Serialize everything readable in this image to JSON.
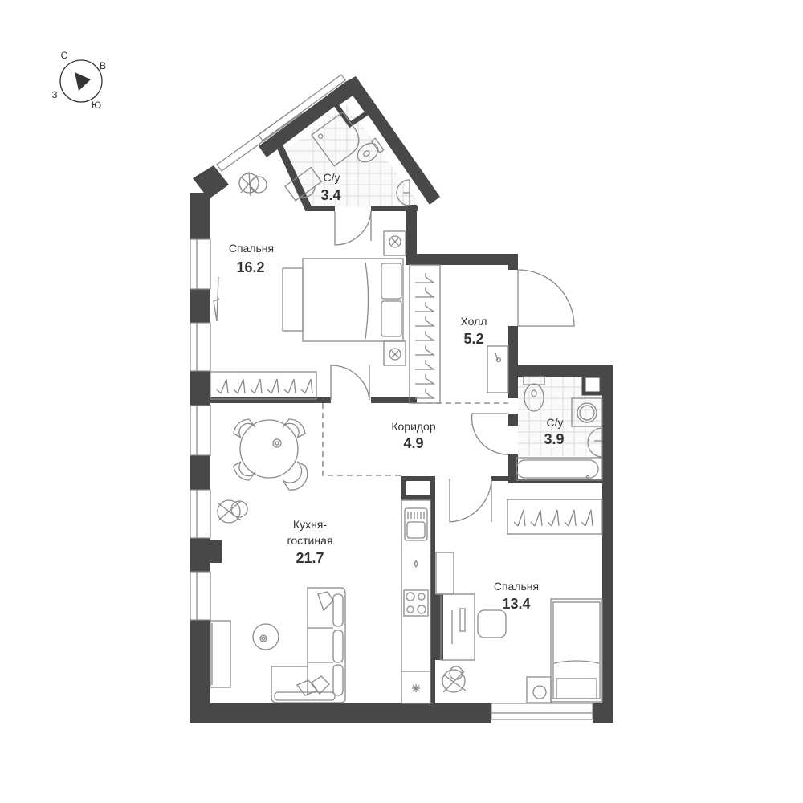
{
  "compass": {
    "north": "С",
    "east": "В",
    "south": "Ю",
    "west": "З"
  },
  "rooms": [
    {
      "id": "bathroom-1",
      "name": "С/у",
      "area": "3.4"
    },
    {
      "id": "bedroom-1",
      "name": "Спальня",
      "area": "16.2"
    },
    {
      "id": "hall",
      "name": "Холл",
      "area": "5.2"
    },
    {
      "id": "corridor",
      "name": "Коридор",
      "area": "4.9"
    },
    {
      "id": "bathroom-2",
      "name": "С/у",
      "area": "3.9"
    },
    {
      "id": "kitchen-living",
      "name_line1": "Кухня-",
      "name_line2": "гостиная",
      "area": "21.7"
    },
    {
      "id": "bedroom-2",
      "name": "Спальня",
      "area": "13.4"
    }
  ],
  "colors": {
    "wall": "#484848",
    "line": "#8a8a8a",
    "tile": "#dcdcdc",
    "text": "#333333"
  }
}
